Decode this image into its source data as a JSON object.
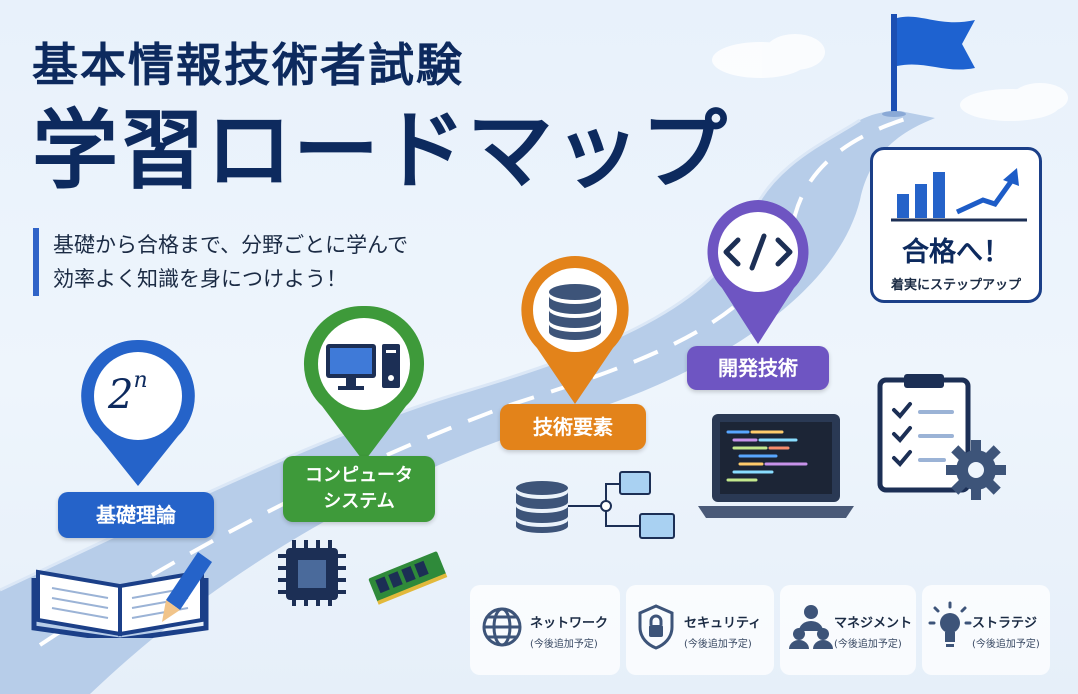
{
  "header": {
    "title_line1": "基本情報技術者試験",
    "title_line2": "学習ロードマップ",
    "subtitle_line1": "基礎から合格まで、分野ごとに学んで",
    "subtitle_line2": "効率よく知識を身につけよう！"
  },
  "milestones": [
    {
      "label": "基礎理論",
      "icon_text": "2",
      "icon_sup": "n",
      "color": "#2563c9",
      "icon": "power-notation-icon"
    },
    {
      "label_line1": "コンピュータ",
      "label_line2": "システム",
      "color": "#3e9a3a",
      "icon": "desktop-computer-icon"
    },
    {
      "label": "技術要素",
      "color": "#e3831a",
      "icon": "database-icon"
    },
    {
      "label": "開発技術",
      "color": "#6e55c2",
      "icon": "code-icon"
    }
  ],
  "goal": {
    "label": "合格へ！",
    "sublabel": "着実にステップアップ",
    "icon": "chart-growth-icon"
  },
  "upcoming": [
    {
      "label": "ネットワーク",
      "status": "(今後追加予定)",
      "icon": "globe-icon"
    },
    {
      "label": "セキュリティ",
      "status": "(今後追加予定)",
      "icon": "shield-lock-icon"
    },
    {
      "label": "マネジメント",
      "status": "(今後追加予定)",
      "icon": "people-icon"
    },
    {
      "label": "ストラテジ",
      "status": "(今後追加予定)",
      "icon": "lightbulb-icon"
    }
  ],
  "colors": {
    "navy": "#0d2a5e",
    "accent_blue": "#2f63c8",
    "road": "#a9c4e8"
  }
}
